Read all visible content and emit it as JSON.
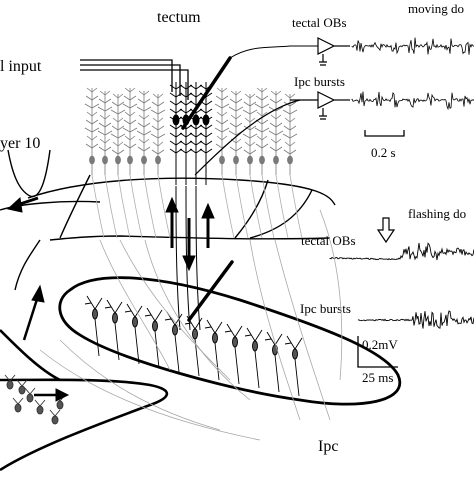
{
  "labels": {
    "tectum": "tectum",
    "visual_input": "l input",
    "layer10": "yer 10",
    "ipc": "Ipc",
    "top_trace_1": "tectal OBs",
    "top_trace_2": "Ipc bursts",
    "moving": "moving do",
    "time_scale_top": "0.2 s",
    "flashing": "flashing do",
    "bottom_trace_1": "tectal OBs",
    "bottom_trace_2": "Ipc bursts",
    "volt_scale": "0.2mV",
    "time_scale_bottom": "25 ms"
  },
  "colors": {
    "ink": "#000000",
    "faint": "#9a9a9a",
    "neuron_gray": "#7a7a7a"
  }
}
